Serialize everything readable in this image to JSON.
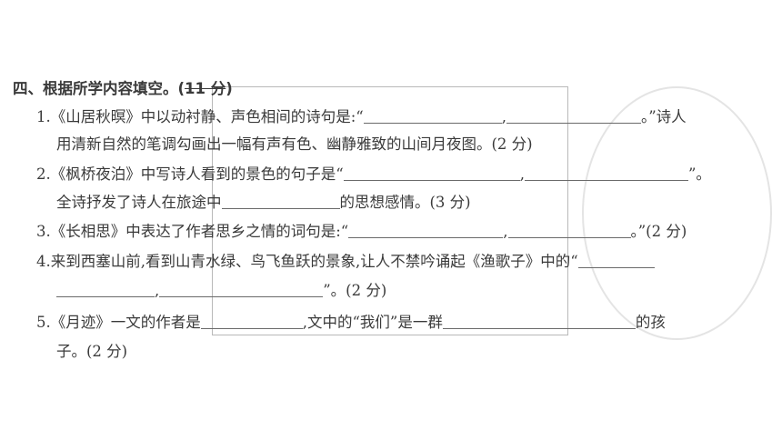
{
  "section": {
    "title": "四、根据所学内容填空。(",
    "score": "11 分",
    "close": ")"
  },
  "q1": {
    "a": "1.《山居秋暝》中以动衬静、声色相间的诗句是:“",
    "b": ",",
    "c": "。”诗人",
    "d": "用清新自然的笔调勾画出一幅有声有色、幽静雅致的山间月夜图。(2 分)"
  },
  "q2": {
    "a": "2.《枫桥夜泊》中写诗人看到的景色的句子是“",
    "b": ",",
    "c": "”。",
    "d": "全诗抒发了诗人在旅途中",
    "e": "的思想感情。(3 分)"
  },
  "q3": {
    "a": "3.《长相思》中表达了作者思乡之情的词句是:“",
    "b": ",",
    "c": "。”(2 分)"
  },
  "q4": {
    "a": "4.来到西塞山前,看到山青水绿、鸟飞鱼跃的景象,让人不禁吟诵起《渔歌子》中的“",
    "b": ",",
    "c": "”。(2 分)"
  },
  "q5": {
    "a": "5.《月迹》一文的作者是",
    "b": ",文中的“我们”是一群",
    "c": "的孩",
    "d": "子。(2 分)"
  }
}
